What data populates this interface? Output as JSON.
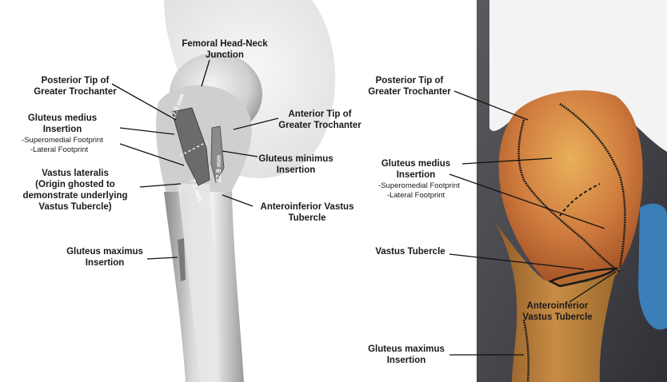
{
  "left_panel": {
    "labels": {
      "head_neck_1": "Femoral Head-Neck",
      "head_neck_2": "Junction",
      "posterior_tip_1": "Posterior Tip of",
      "posterior_tip_2": "Greater Trochanter",
      "anterior_tip_1": "Anterior Tip of",
      "anterior_tip_2": "Greater Trochanter",
      "glut_med_1": "Gluteus medius",
      "glut_med_2": "Insertion",
      "glut_med_sub_1": "-Superomedial Footprint",
      "glut_med_sub_2": "-Lateral Footprint",
      "glut_min_1": "Gluteus minimus",
      "glut_min_2": "Insertion",
      "vastus_1": "Vastus lateralis",
      "vastus_2": "(Origin ghosted to",
      "vastus_3": "demonstrate underlying",
      "vastus_4": "Vastus Tubercle)",
      "antinf_1": "Anteroinferior Vastus",
      "antinf_2": "Tubercle",
      "glut_max_1": "Gluteus maximus",
      "glut_max_2": "Insertion"
    },
    "measurements": {
      "m1": "17.0 mm",
      "m2": "22.9 mm",
      "m3": "7.1 mm"
    }
  },
  "right_panel": {
    "labels": {
      "posterior_tip_1": "Posterior Tip of",
      "posterior_tip_2": "Greater Trochanter",
      "glut_med_1": "Gluteus medius",
      "glut_med_2": "Insertion",
      "glut_med_sub_1": "-Superomedial Footprint",
      "glut_med_sub_2": "-Lateral Footprint",
      "vastus_tubercle": "Vastus Tubercle",
      "antinf_1": "Anteroinferior",
      "antinf_2": "Vastus Tubercle",
      "glut_max_1": "Gluteus maximus",
      "glut_max_2": "Insertion"
    }
  }
}
